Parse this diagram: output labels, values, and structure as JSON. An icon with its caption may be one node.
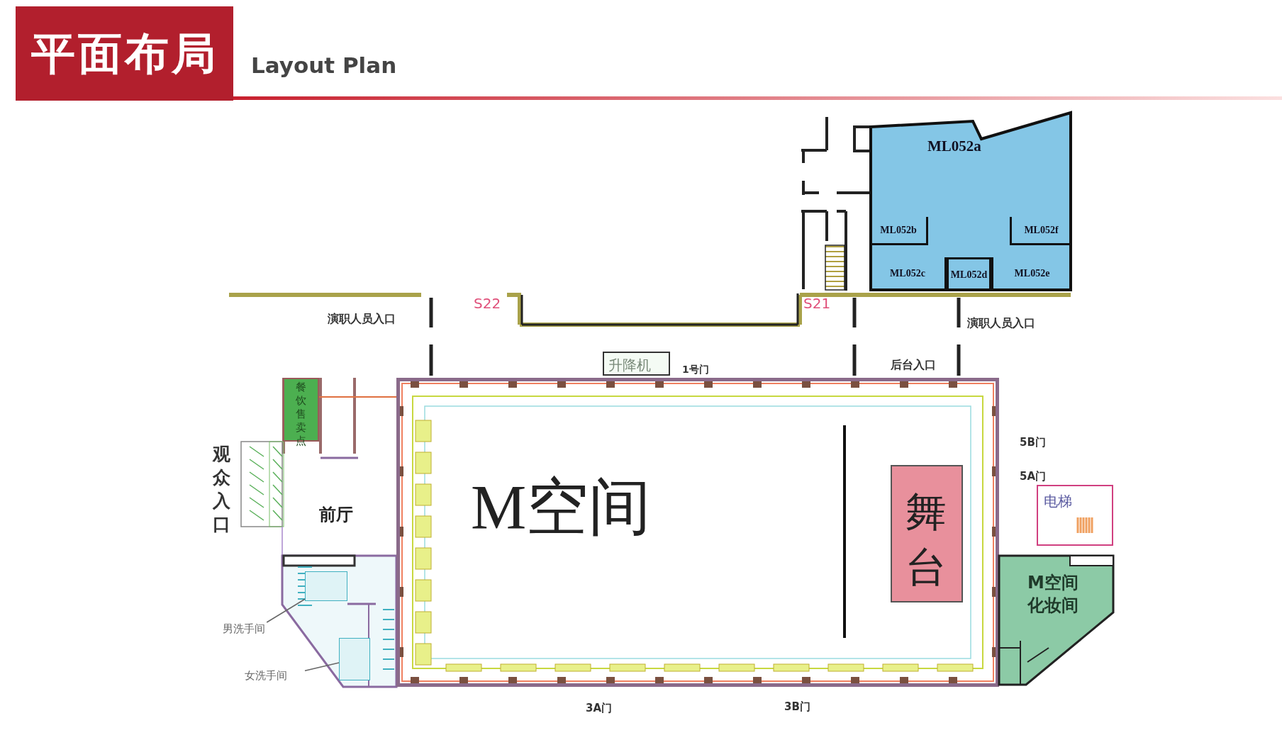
{
  "diagram": {
    "title": "平面布局",
    "nodes": [
      {
        "text": [
          "ML052a"
        ]
      },
      {
        "text": [
          "ML052b"
        ],
        "in": 0
      },
      {
        "text": [
          "ML052f"
        ],
        "in": 0
      },
      {
        "text": [
          "ML052c"
        ],
        "in": 0
      },
      {
        "text": [
          "ML052d"
        ],
        "in": 0
      },
      {
        "text": [
          "ML052e"
        ],
        "in": 0
      },
      {
        "text": [
          "升降机"
        ]
      },
      {
        "text": [
          "餐饮售卖点"
        ]
      },
      {
        "text": [
          "M空间"
        ]
      },
      {
        "text": [
          "舞台"
        ],
        "in": 8
      },
      {
        "text": [
          "电梯"
        ]
      },
      {
        "text": [
          "M空间化妆间"
        ]
      },
      {
        "text": [
          "男洗手间"
        ]
      },
      {
        "text": [],
        "shape": "box"
      },
      {
        "text": [
          "女洗手间"
        ]
      },
      {
        "text": [],
        "shape": "box"
      }
    ],
    "edges": [
      {
        "from": 12,
        "to": 13,
        "arrow": "none"
      },
      {
        "from": 14,
        "to": 15,
        "arrow": "none"
      }
    ],
    "labels": [
      "Layout Plan",
      "演职人员入口",
      "S22",
      "S21",
      "演职人员入口",
      "1号门",
      "后台入口",
      "观众入口",
      "前厅",
      "5B门",
      "5A门",
      "3A门",
      "3B门"
    ]
  }
}
